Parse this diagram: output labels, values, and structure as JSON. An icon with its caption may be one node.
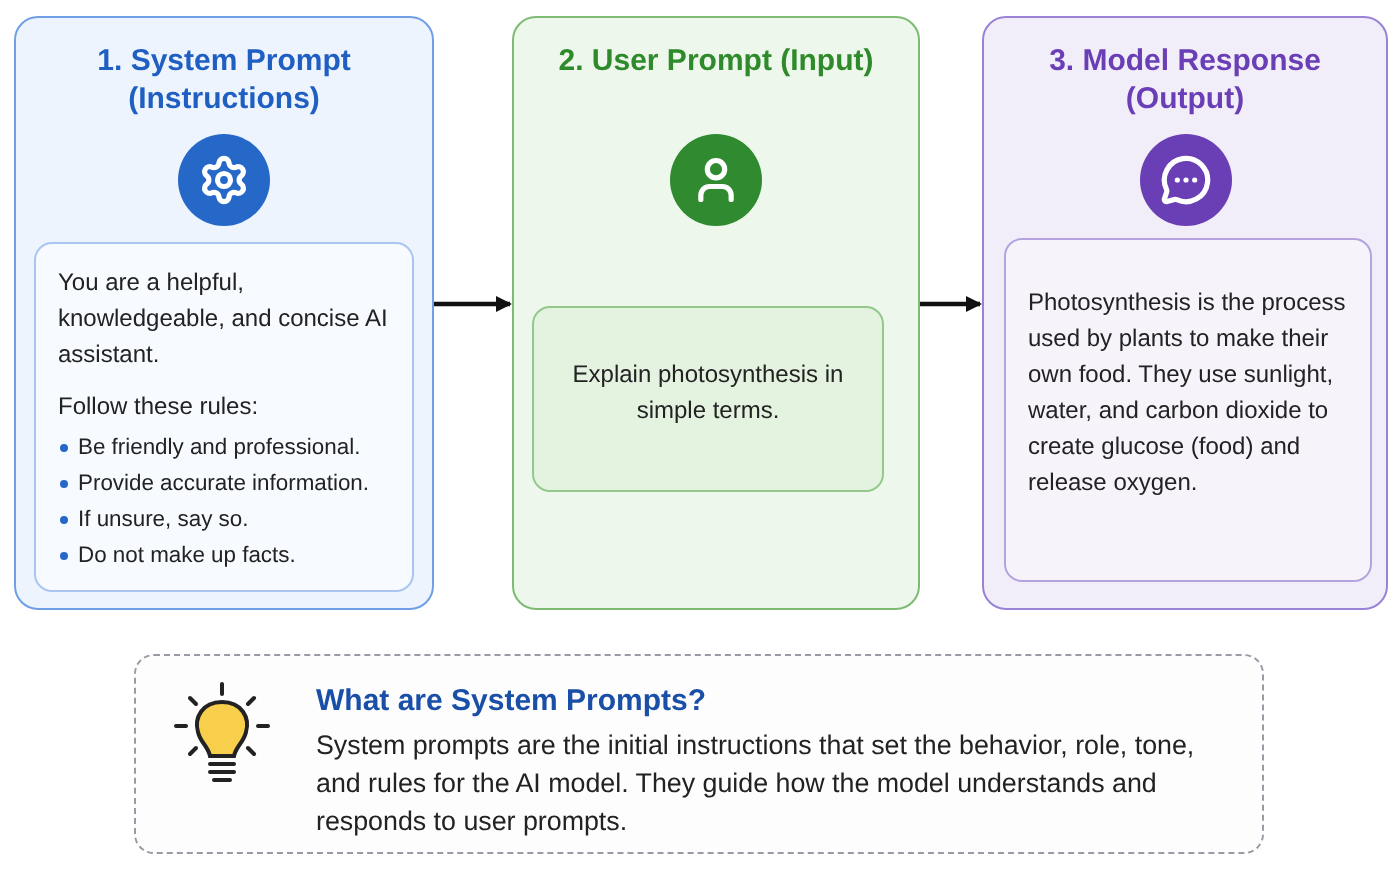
{
  "diagram": {
    "nodes": [
      {
        "text": [
          "1. System Prompt (Instructions)"
        ]
      },
      {
        "text": [
          "You are a helpful, knowledgeable, and concise AI assistant.",
          "Follow these rules:",
          "Be friendly and professional.",
          "Provide accurate information.",
          "If unsure, say so.",
          "Do not make up facts."
        ],
        "in": 0
      },
      {
        "text": [
          "2. User Prompt (Input)"
        ]
      },
      {
        "text": [
          "Explain photosynthesis in simple terms."
        ],
        "in": 2
      },
      {
        "text": [
          "3. Model Response (Output)"
        ]
      },
      {
        "text": [
          "Photosynthesis is the process used by plants to make their own food. They use sunlight, water, and carbon dioxide to create glucose (food) and release oxygen."
        ],
        "in": 4
      },
      {
        "text": [
          "What are System Prompts?",
          "System prompts are the initial instructions that set the behavior, role, tone, and rules for the AI model. They guide how the model understands and responds to user prompts."
        ]
      }
    ],
    "edges": [
      {
        "from": 0,
        "to": 2,
        "arrow": "to"
      },
      {
        "from": 2,
        "to": 4,
        "arrow": "to"
      }
    ]
  }
}
